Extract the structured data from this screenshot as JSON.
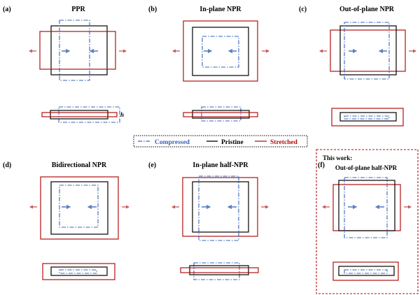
{
  "colors": {
    "pristine": "#000000",
    "stretched": "#b01010",
    "compressed": "#3a64b8",
    "arrow_blue": "#5a82c4",
    "arrow_red": "#c85a5a"
  },
  "panels": [
    {
      "letter": "(a)",
      "title": "PPR"
    },
    {
      "letter": "(b)",
      "title": "In-plane NPR"
    },
    {
      "letter": "(c)",
      "title": "Out-of-plane NPR"
    },
    {
      "letter": "(d)",
      "title": "Bidirectional  NPR"
    },
    {
      "letter": "(e)",
      "title": "In-plane half-NPR"
    },
    {
      "letter": "(f)",
      "title": "Out-of-plane half-NPR"
    }
  ],
  "this_work": "This work:",
  "thickness_label": "h",
  "legend": {
    "compressed": "Compressed",
    "pristine": "Pristine",
    "stretched": "Stretched"
  }
}
